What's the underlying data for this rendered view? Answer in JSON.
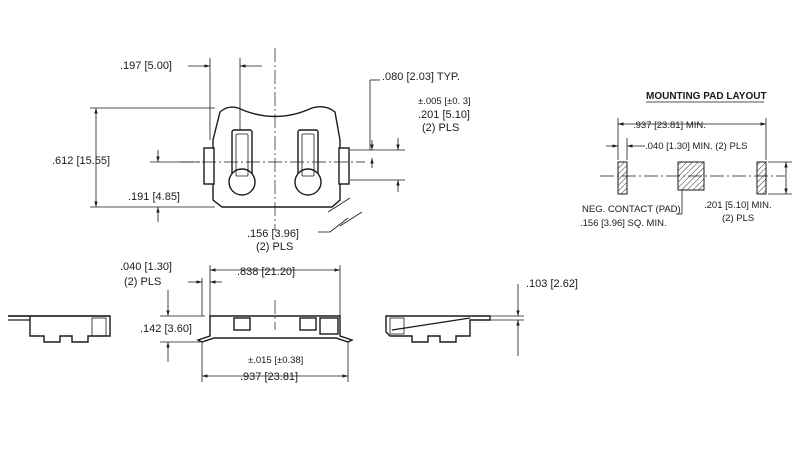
{
  "top_view": {
    "dim_197": ".197 [5.00]",
    "dim_080": ".080 [2.03] TYP.",
    "dim_005": "±.005 [±0. 3]",
    "dim_201": ".201 [5.10]",
    "dim_201_pls": "(2) PLS",
    "dim_612": ".612 [15.55]",
    "dim_191": ".191 [4.85]",
    "dim_156": ".156 [3.96]",
    "dim_156_pls": "(2) PLS"
  },
  "front_view": {
    "dim_040": ".040 [1.30]",
    "dim_040_pls": "(2) PLS",
    "dim_838": ".838 [21.20]",
    "dim_142": ".142 [3.60]",
    "dim_015": "±.015 [±0.38]",
    "dim_937": ".937 [23.81]"
  },
  "side_view": {
    "dim_103": ".103 [2.62]"
  },
  "pad_layout": {
    "title": "MOUNTING PAD LAYOUT",
    "dim_937": ".937 [23.81] MIN.",
    "dim_040": ".040 [1.30] MIN. (2) PLS",
    "neg_contact": "NEG. CONTACT (PAD)",
    "neg_contact_size": ".156 [3.96] SQ. MIN.",
    "dim_201": ".201 [5.10] MIN.",
    "dim_201_pls": "(2) PLS"
  }
}
